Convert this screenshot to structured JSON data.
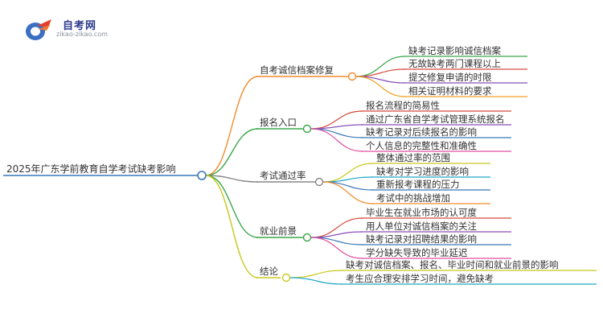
{
  "logo": {
    "title": "自考网",
    "url": "zikao-zikao.com"
  },
  "root": {
    "label": "2025年广东学前教育自学考试缺考影响",
    "color": "#3a78b8"
  },
  "branches": [
    {
      "label": "自考诚信档案修复",
      "color": "#f08c2d",
      "children": [
        {
          "label": "缺考记录影响诚信档案",
          "color": "#3aa84a"
        },
        {
          "label": "无故缺考两门课程以上",
          "color": "#d64a3a"
        },
        {
          "label": "提交修复申请的时限",
          "color": "#8a4fb8"
        },
        {
          "label": "相关证明材料的要求",
          "color": "#f0a020"
        }
      ]
    },
    {
      "label": "报名入口",
      "color": "#3aa84a",
      "children": [
        {
          "label": "报名流程的简易性",
          "color": "#d64a3a"
        },
        {
          "label": "通过广东省自学考试管理系统报名",
          "color": "#8a4fb8"
        },
        {
          "label": "缺考记录对后续报名的影响",
          "color": "#3a78b8"
        },
        {
          "label": "个人信息的完整性和准确性",
          "color": "#e24fa0"
        }
      ]
    },
    {
      "label": "考试通过率",
      "color": "#888888",
      "children": [
        {
          "label": "整体通过率的范围",
          "color": "#c8c820"
        },
        {
          "label": "缺考对学习进度的影响",
          "color": "#20a8c8"
        },
        {
          "label": "重新报考课程的压力",
          "color": "#3a78b8"
        },
        {
          "label": "考试中的挑战增加",
          "color": "#f08c2d"
        }
      ]
    },
    {
      "label": "就业前景",
      "color": "#3aa84a",
      "children": [
        {
          "label": "毕业生在就业市场的认可度",
          "color": "#d64a3a"
        },
        {
          "label": "用人单位对诚信档案的关注",
          "color": "#8a4fb8"
        },
        {
          "label": "缺考记录对招聘结果的影响",
          "color": "#3a78b8"
        },
        {
          "label": "学分缺失导致的毕业延迟",
          "color": "#e24fa0"
        }
      ]
    },
    {
      "label": "结论",
      "color": "#c8c820",
      "children": [
        {
          "label": "缺考对诚信档案、报名、毕业时间和就业前景的影响",
          "color": "#c8c820"
        },
        {
          "label": "考生应合理安排学习时间，避免缺考",
          "color": "#20a8c8"
        }
      ]
    }
  ]
}
